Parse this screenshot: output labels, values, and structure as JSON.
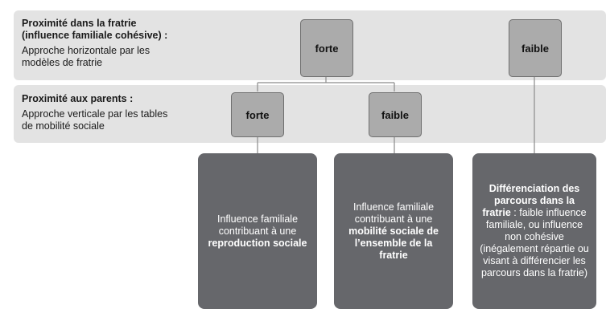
{
  "rows": {
    "fratrie": {
      "title": "Proximité dans la fratrie\n(influence familiale cohésive) :",
      "subtitle": "Approche horizontale par les\nmodèles de fratrie"
    },
    "parents": {
      "title": "Proximité aux parents :",
      "subtitle": "Approche verticale par les tables\nde mobilité sociale"
    }
  },
  "nodes": {
    "fratrie_forte": "forte",
    "fratrie_faible": "faible",
    "parents_forte": "forte",
    "parents_faible": "faible"
  },
  "outcomes": {
    "reproduction": {
      "normal": "Influence familiale contribuant à une",
      "bold": "reproduction sociale"
    },
    "mobilite": {
      "normal": "Influence familiale contribuant à une",
      "bold": "mobilité sociale de l’ensemble de la fratrie"
    },
    "differenciation": {
      "bold": "Différenciation des parcours dans la fratrie",
      "normal": " : faible influence familiale, ou influence non cohésive (inégalement répartie ou visant à différencier les parcours dans la fratrie)"
    }
  },
  "colors": {
    "band": "#e3e3e3",
    "node": "#ababab",
    "outcome": "#66676b",
    "connector": "#8a8a8a"
  }
}
